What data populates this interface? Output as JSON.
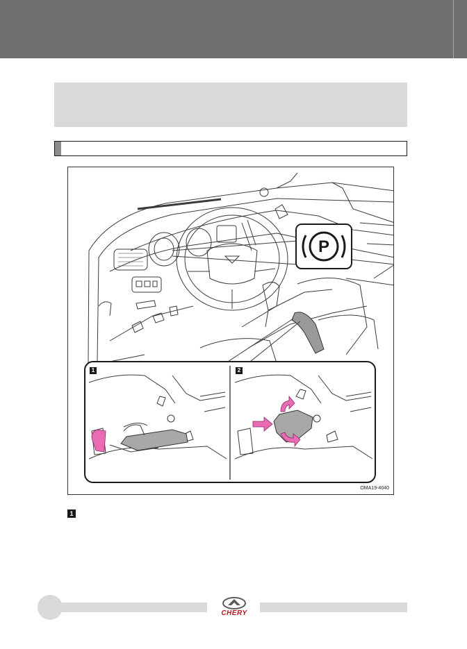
{
  "figure": {
    "code": "OMA19-4040",
    "parking_symbol": "P",
    "steps": [
      "1",
      "2"
    ]
  },
  "note": {
    "badge": "1"
  },
  "footer": {
    "brand": "CHERY"
  },
  "colors": {
    "header_gray": "#6f6f6f",
    "panel_gray": "#d9d9d9",
    "arrow_pink": "#e86bb4",
    "brand_red": "#c0141c"
  }
}
